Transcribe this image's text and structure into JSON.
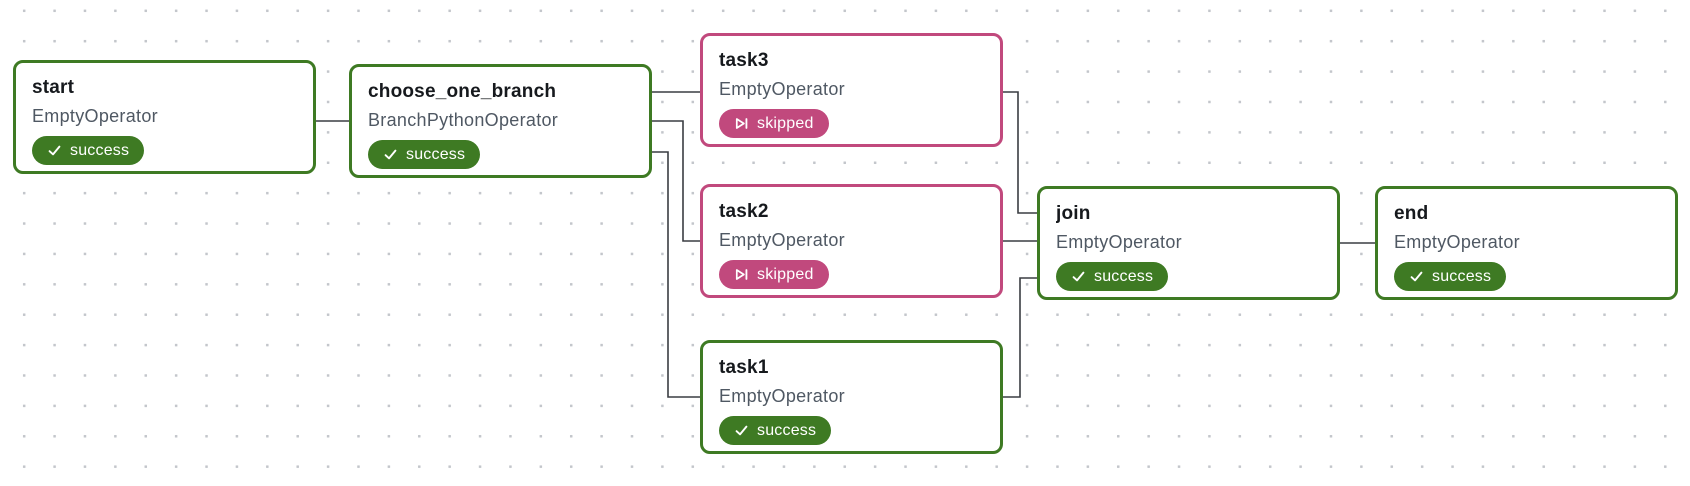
{
  "view": {
    "name": "dag-graph-view"
  },
  "dag": {
    "nodes": [
      {
        "id": "start",
        "title": "start",
        "operator": "EmptyOperator",
        "status": "success"
      },
      {
        "id": "choose_one_branch",
        "title": "choose_one_branch",
        "operator": "BranchPythonOperator",
        "status": "success"
      },
      {
        "id": "task3",
        "title": "task3",
        "operator": "EmptyOperator",
        "status": "skipped"
      },
      {
        "id": "task2",
        "title": "task2",
        "operator": "EmptyOperator",
        "status": "skipped"
      },
      {
        "id": "task1",
        "title": "task1",
        "operator": "EmptyOperator",
        "status": "success"
      },
      {
        "id": "join",
        "title": "join",
        "operator": "EmptyOperator",
        "status": "success"
      },
      {
        "id": "end",
        "title": "end",
        "operator": "EmptyOperator",
        "status": "success"
      }
    ],
    "edges": [
      {
        "source": "start",
        "target": "choose_one_branch"
      },
      {
        "source": "choose_one_branch",
        "target": "task3"
      },
      {
        "source": "choose_one_branch",
        "target": "task2"
      },
      {
        "source": "choose_one_branch",
        "target": "task1"
      },
      {
        "source": "task3",
        "target": "join"
      },
      {
        "source": "task2",
        "target": "join"
      },
      {
        "source": "task1",
        "target": "join"
      },
      {
        "source": "join",
        "target": "end"
      }
    ]
  },
  "statuses": {
    "success": {
      "label": "success",
      "color": "#3e7a23",
      "icon": "check-icon"
    },
    "skipped": {
      "label": "skipped",
      "color": "#c1497d",
      "icon": "skip-icon"
    }
  },
  "colors": {
    "success": "#3e7a23",
    "skipped": "#c1497d",
    "edge": "#3a3d42",
    "node_title": "#16191d",
    "node_subtitle": "#4f5863",
    "node_background": "#ffffff",
    "canvas_background": "#ffffff",
    "canvas_dot": "#c3c6cb"
  }
}
